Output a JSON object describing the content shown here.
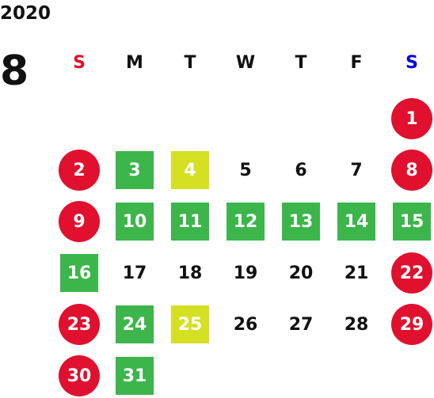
{
  "calendar": {
    "year": "2020",
    "month": "8",
    "weekdays": [
      {
        "label": "S",
        "color": "#e0102e"
      },
      {
        "label": "M",
        "color": "#111111"
      },
      {
        "label": "T",
        "color": "#111111"
      },
      {
        "label": "W",
        "color": "#111111"
      },
      {
        "label": "T",
        "color": "#111111"
      },
      {
        "label": "F",
        "color": "#111111"
      },
      {
        "label": "S",
        "color": "#0000e0"
      }
    ],
    "colors": {
      "holiday": "#e0102e",
      "green": "#3cb54a",
      "yellow": "#d4e021"
    },
    "weeks": [
      [
        null,
        null,
        null,
        null,
        null,
        null,
        {
          "day": "1",
          "style": "holiday"
        }
      ],
      [
        {
          "day": "2",
          "style": "holiday"
        },
        {
          "day": "3",
          "style": "green"
        },
        {
          "day": "4",
          "style": "yellow"
        },
        {
          "day": "5",
          "style": "plain"
        },
        {
          "day": "6",
          "style": "plain"
        },
        {
          "day": "7",
          "style": "plain"
        },
        {
          "day": "8",
          "style": "holiday"
        }
      ],
      [
        {
          "day": "9",
          "style": "holiday"
        },
        {
          "day": "10",
          "style": "green"
        },
        {
          "day": "11",
          "style": "green"
        },
        {
          "day": "12",
          "style": "green"
        },
        {
          "day": "13",
          "style": "green"
        },
        {
          "day": "14",
          "style": "green"
        },
        {
          "day": "15",
          "style": "green"
        }
      ],
      [
        {
          "day": "16",
          "style": "green"
        },
        {
          "day": "17",
          "style": "plain"
        },
        {
          "day": "18",
          "style": "plain"
        },
        {
          "day": "19",
          "style": "plain"
        },
        {
          "day": "20",
          "style": "plain"
        },
        {
          "day": "21",
          "style": "plain"
        },
        {
          "day": "22",
          "style": "holiday"
        }
      ],
      [
        {
          "day": "23",
          "style": "holiday"
        },
        {
          "day": "24",
          "style": "green"
        },
        {
          "day": "25",
          "style": "yellow"
        },
        {
          "day": "26",
          "style": "plain"
        },
        {
          "day": "27",
          "style": "plain"
        },
        {
          "day": "28",
          "style": "plain"
        },
        {
          "day": "29",
          "style": "holiday"
        }
      ],
      [
        {
          "day": "30",
          "style": "holiday"
        },
        {
          "day": "31",
          "style": "green"
        },
        null,
        null,
        null,
        null,
        null
      ]
    ]
  }
}
